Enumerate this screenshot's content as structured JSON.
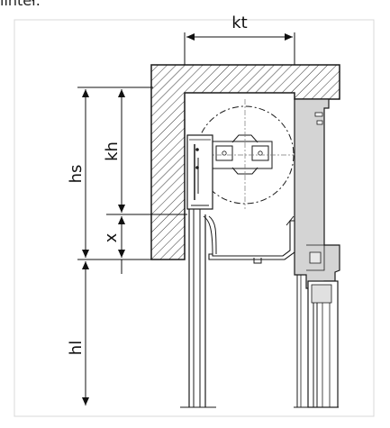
{
  "caption": "linteł.",
  "labels": {
    "kt": "kt",
    "kh": "kh",
    "hs": "hs",
    "x": "x",
    "hl": "hl"
  },
  "colors": {
    "background": "#ffffff",
    "outline": "#1a1a1a",
    "frame_fill": "#d4d4d4",
    "hatch": "#333333",
    "dash": "#777777"
  }
}
